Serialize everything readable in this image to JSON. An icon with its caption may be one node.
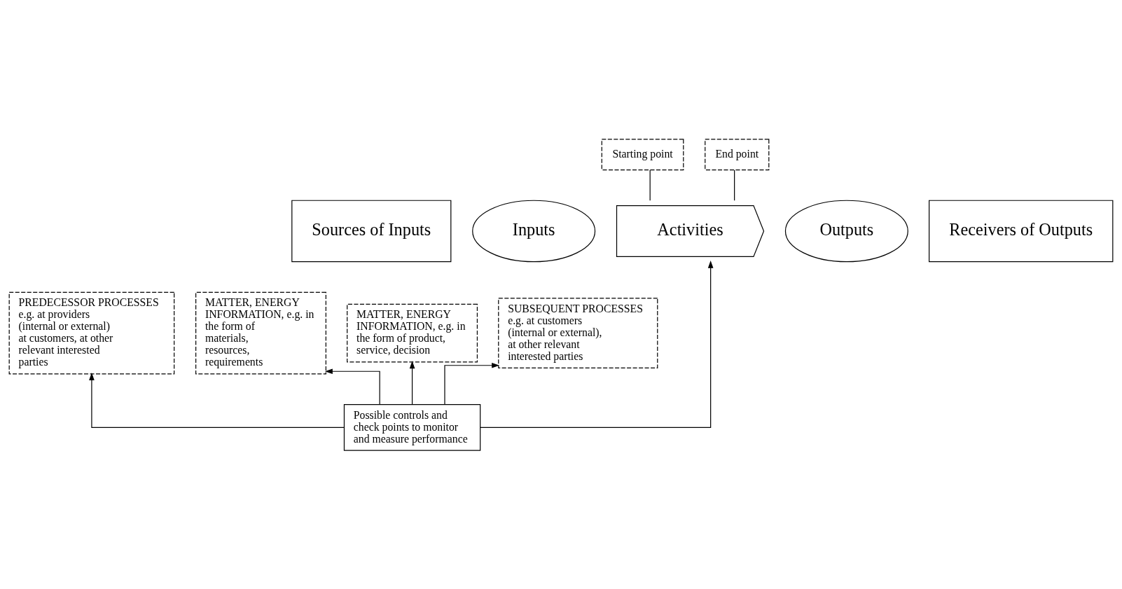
{
  "diagram": {
    "nodes": [
      {
        "text": [
          "Sources of Inputs"
        ]
      },
      {
        "text": [
          "Inputs"
        ]
      },
      {
        "text": [
          "Activities"
        ]
      },
      {
        "text": [
          "Outputs"
        ]
      },
      {
        "text": [
          "Receivers of Outputs"
        ]
      },
      {
        "text": [
          "Starting point"
        ]
      },
      {
        "text": [
          "End point"
        ]
      },
      {
        "text": [
          "PREDECESSOR PROCESSES e.g. at providers (internal or external) at customers, at other relevant interested parties"
        ]
      },
      {
        "text": [
          "MATTER, ENERGY INFORMATION, e.g. in the form of materials, resources, requirements"
        ]
      },
      {
        "text": [
          "MATTER, ENERGY INFORMATION, e.g. in the form of product, service, decision"
        ]
      },
      {
        "text": [
          "SUBSEQUENT PROCESSES e.g. at customers (internal or external), at other relevant interested parties"
        ]
      },
      {
        "text": [
          "Possible controls and check points to monitor and measure performance"
        ]
      }
    ],
    "edges": [
      {
        "from": 5,
        "to": 2,
        "arrow": "none"
      },
      {
        "from": 6,
        "to": 2,
        "arrow": "none"
      },
      {
        "from": 11,
        "to": 7,
        "arrow": "to"
      },
      {
        "from": 11,
        "to": 8,
        "arrow": "to"
      },
      {
        "from": 11,
        "to": 2,
        "arrow": "to"
      },
      {
        "from": 11,
        "to": 9,
        "arrow": "to"
      },
      {
        "from": 11,
        "to": 10,
        "arrow": "to"
      }
    ]
  }
}
